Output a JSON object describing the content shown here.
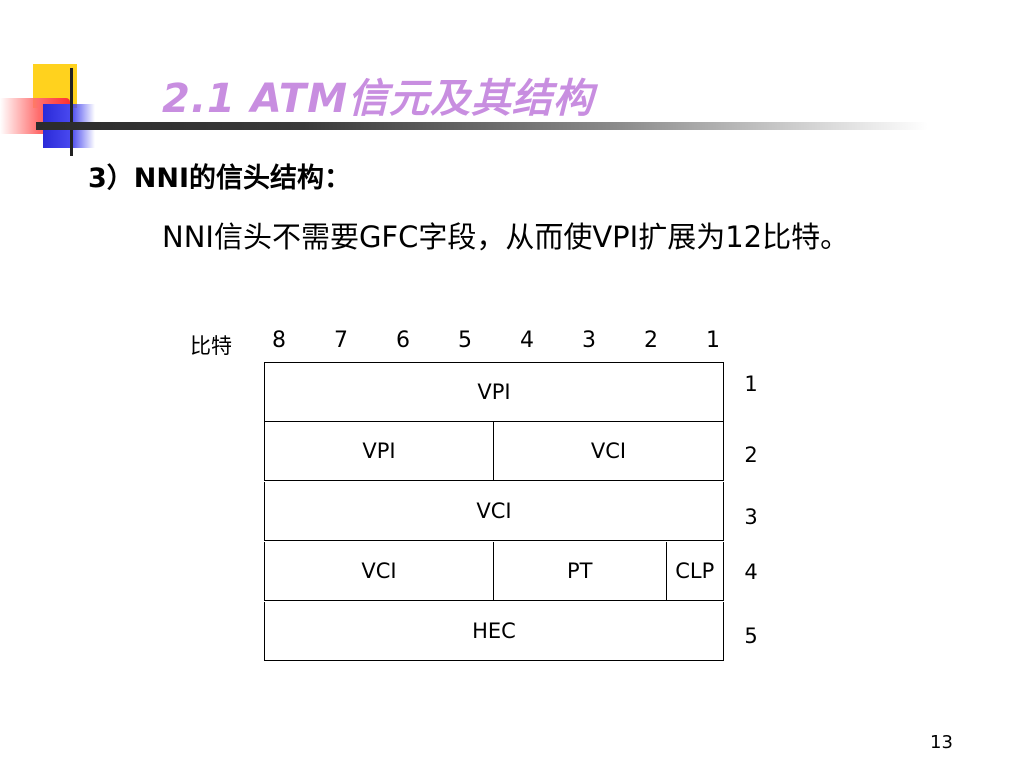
{
  "slide": {
    "title": "2.1  ATM信元及其结构",
    "subtitle": "3）NNI的信头结构：",
    "description": "NNI信头不需要GFC字段，从而使VPI扩展为12比特。",
    "page_number": "13"
  },
  "table": {
    "bits_label": "比特",
    "bit_numbers": [
      "8",
      "7",
      "6",
      "5",
      "4",
      "3",
      "2",
      "1"
    ],
    "octet_numbers": [
      "1",
      "2",
      "3",
      "4",
      "5"
    ],
    "rows": [
      [
        {
          "label": "VPI",
          "bits": 8
        }
      ],
      [
        {
          "label": "VPI",
          "bits": 4
        },
        {
          "label": "VCI",
          "bits": 4
        }
      ],
      [
        {
          "label": "VCI",
          "bits": 8
        }
      ],
      [
        {
          "label": "VCI",
          "bits": 4
        },
        {
          "label": "PT",
          "bits": 3
        },
        {
          "label": "CLP",
          "bits": 1
        }
      ],
      [
        {
          "label": "HEC",
          "bits": 8
        }
      ]
    ]
  },
  "colors": {
    "title": "#c88ee0",
    "logo_yellow": "#ffd21e",
    "logo_red": "#ff3030",
    "logo_blue": "#2a2ad8"
  }
}
